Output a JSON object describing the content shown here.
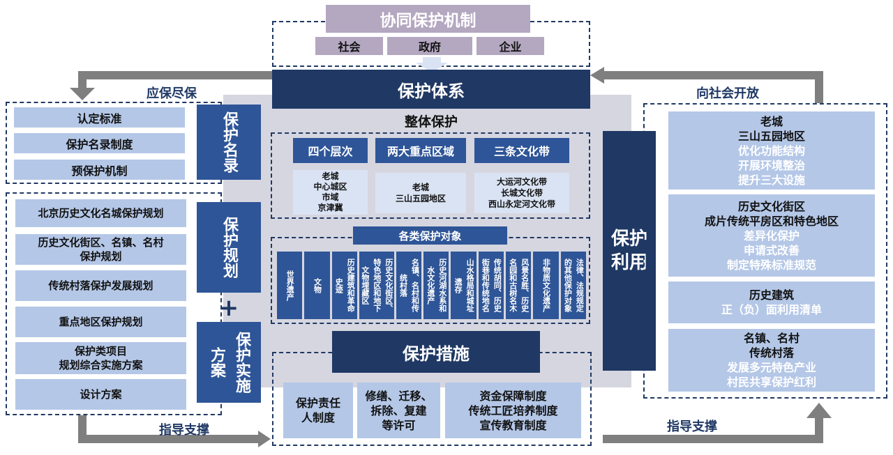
{
  "mechanism": {
    "title": "协同保护机制",
    "items": [
      "社会",
      "政府",
      "企业"
    ]
  },
  "system": {
    "title": "保护体系",
    "whole_title": "整体保护",
    "groups": [
      {
        "heading": "四个层次",
        "lines": [
          "老城",
          "中心城区",
          "市域",
          "京津冀"
        ]
      },
      {
        "heading": "两大重点区域",
        "lines": [
          "老城",
          "三山五园地区"
        ]
      },
      {
        "heading": "三条文化带",
        "lines": [
          "大运河文化带",
          "长城文化带",
          "西山永定河文化带"
        ]
      }
    ],
    "objects_title": "各类保护对象",
    "objects": [
      [
        "世界遗产"
      ],
      [
        "文物"
      ],
      [
        "历史建筑和革命",
        "史迹"
      ],
      [
        "历史文化街区、",
        "特色地区和地下",
        "文物埋藏区"
      ],
      [
        "名镇、名村和传",
        "统村落"
      ],
      [
        "历史河湖水系和",
        "水文化遗产"
      ],
      [
        "山水格局和城址",
        "遗存"
      ],
      [
        "传统胡同、历史",
        "街巷和传统地名"
      ],
      [
        "风景名胜、历史",
        "名园和古树名木"
      ],
      [
        "非物质文化遗产"
      ],
      [
        "法律、法规规定",
        "的其他保护对象"
      ]
    ],
    "measures_title": "保护措施",
    "measures": [
      [
        "保护责任",
        "人制度"
      ],
      [
        "修缮、迁移、",
        "拆除、复建",
        "等许可"
      ],
      [
        "资金保障制度",
        "传统工匠培养制度",
        "宣传教育制度"
      ]
    ]
  },
  "left": {
    "arrow_label": "应保尽保",
    "list_label": "保护名录",
    "list_items": [
      "认定标准",
      "保护名录制度",
      "预保护机制"
    ],
    "plan_label": "保护规划",
    "plus": "+",
    "impl_label_a": "保护实施",
    "impl_label_b": "方案",
    "plan_items": [
      [
        "北京历史文化名城保护规划"
      ],
      [
        "历史文化街区、名镇、名村",
        "保护规划"
      ],
      [
        "传统村落保护发展规划"
      ],
      [
        "重点地区保护规划"
      ],
      [
        "保护类项目",
        "规划综合实施方案"
      ],
      [
        "设计方案"
      ]
    ],
    "bottom_arrow_label": "指导支撑"
  },
  "right": {
    "arrow_label": "向社会开放",
    "use_label": "保护利用",
    "bottom_arrow_label": "指导支撑",
    "items": [
      {
        "dark": [
          "老城",
          "三山五园地区"
        ],
        "white": [
          "优化功能结构",
          "开展环境整治",
          "提升三大设施"
        ]
      },
      {
        "dark": [
          "历史文化街区",
          "成片传统平房区和特色地区"
        ],
        "white": [
          "差异化保护",
          "申请式改善",
          "制定特殊标准规范"
        ]
      },
      {
        "dark": [
          "历史建筑"
        ],
        "white": [
          "正（负）面利用清单"
        ]
      },
      {
        "dark": [
          "名镇、名村",
          "传统村落"
        ],
        "white": [
          "发展多元特色产业",
          "村民共享保护红利"
        ]
      }
    ]
  },
  "colors": {
    "navy": "#1f3864",
    "blue": "#2e5597",
    "light_blue": "#b4c7e7",
    "pale_blue": "#dae3f3",
    "purple": "#b4a7c0",
    "gray_panel": "#d9d9e3",
    "arrow_gray": "#7f7f7f"
  }
}
